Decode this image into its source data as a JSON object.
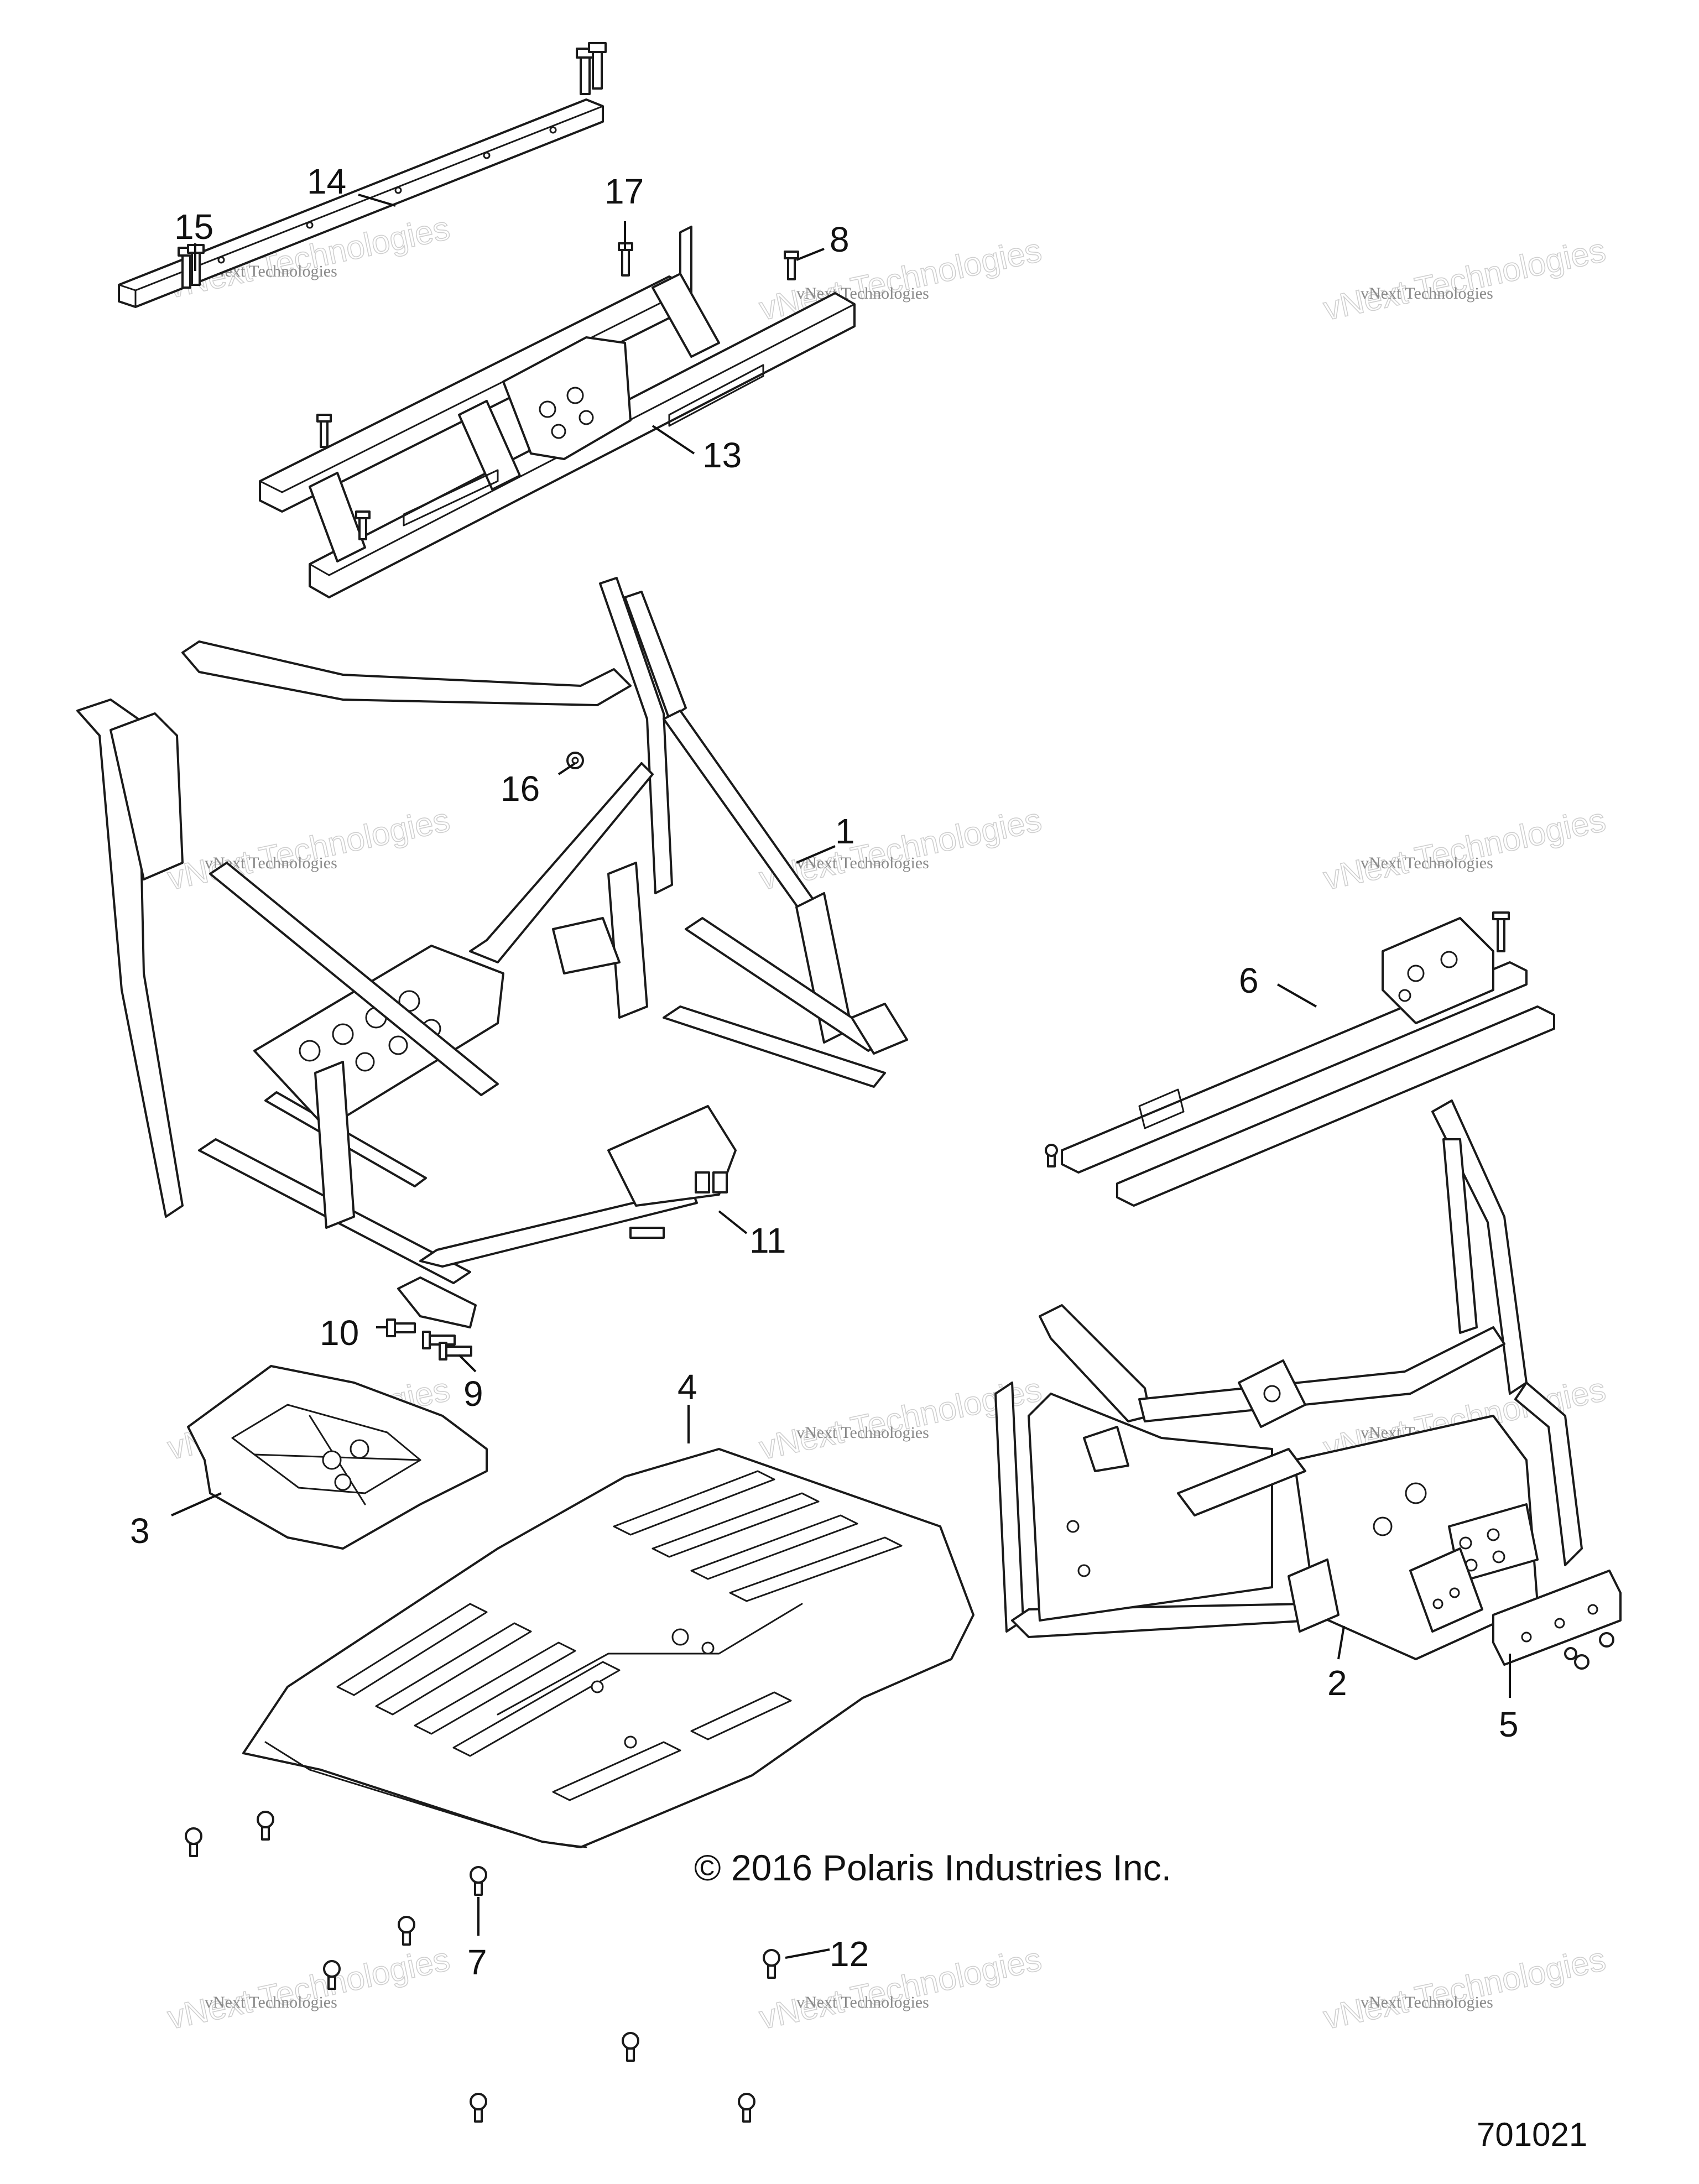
{
  "callouts": [
    {
      "id": "1",
      "label": "1"
    },
    {
      "id": "2",
      "label": "2"
    },
    {
      "id": "3",
      "label": "3"
    },
    {
      "id": "4",
      "label": "4"
    },
    {
      "id": "5",
      "label": "5"
    },
    {
      "id": "6",
      "label": "6"
    },
    {
      "id": "7",
      "label": "7"
    },
    {
      "id": "8",
      "label": "8"
    },
    {
      "id": "9",
      "label": "9"
    },
    {
      "id": "10",
      "label": "10"
    },
    {
      "id": "11",
      "label": "11"
    },
    {
      "id": "12",
      "label": "12"
    },
    {
      "id": "13",
      "label": "13"
    },
    {
      "id": "14",
      "label": "14"
    },
    {
      "id": "15",
      "label": "15"
    },
    {
      "id": "16",
      "label": "16"
    },
    {
      "id": "17",
      "label": "17"
    }
  ],
  "copyright": "© 2016 Polaris Industries Inc.",
  "diagram_id": "701021",
  "watermark": {
    "line1": "vNext Technologies",
    "line2": "vNext Technologies"
  },
  "colors": {
    "line": "#1a1a1a",
    "background": "#ffffff",
    "watermark": "#cfcfcf"
  }
}
